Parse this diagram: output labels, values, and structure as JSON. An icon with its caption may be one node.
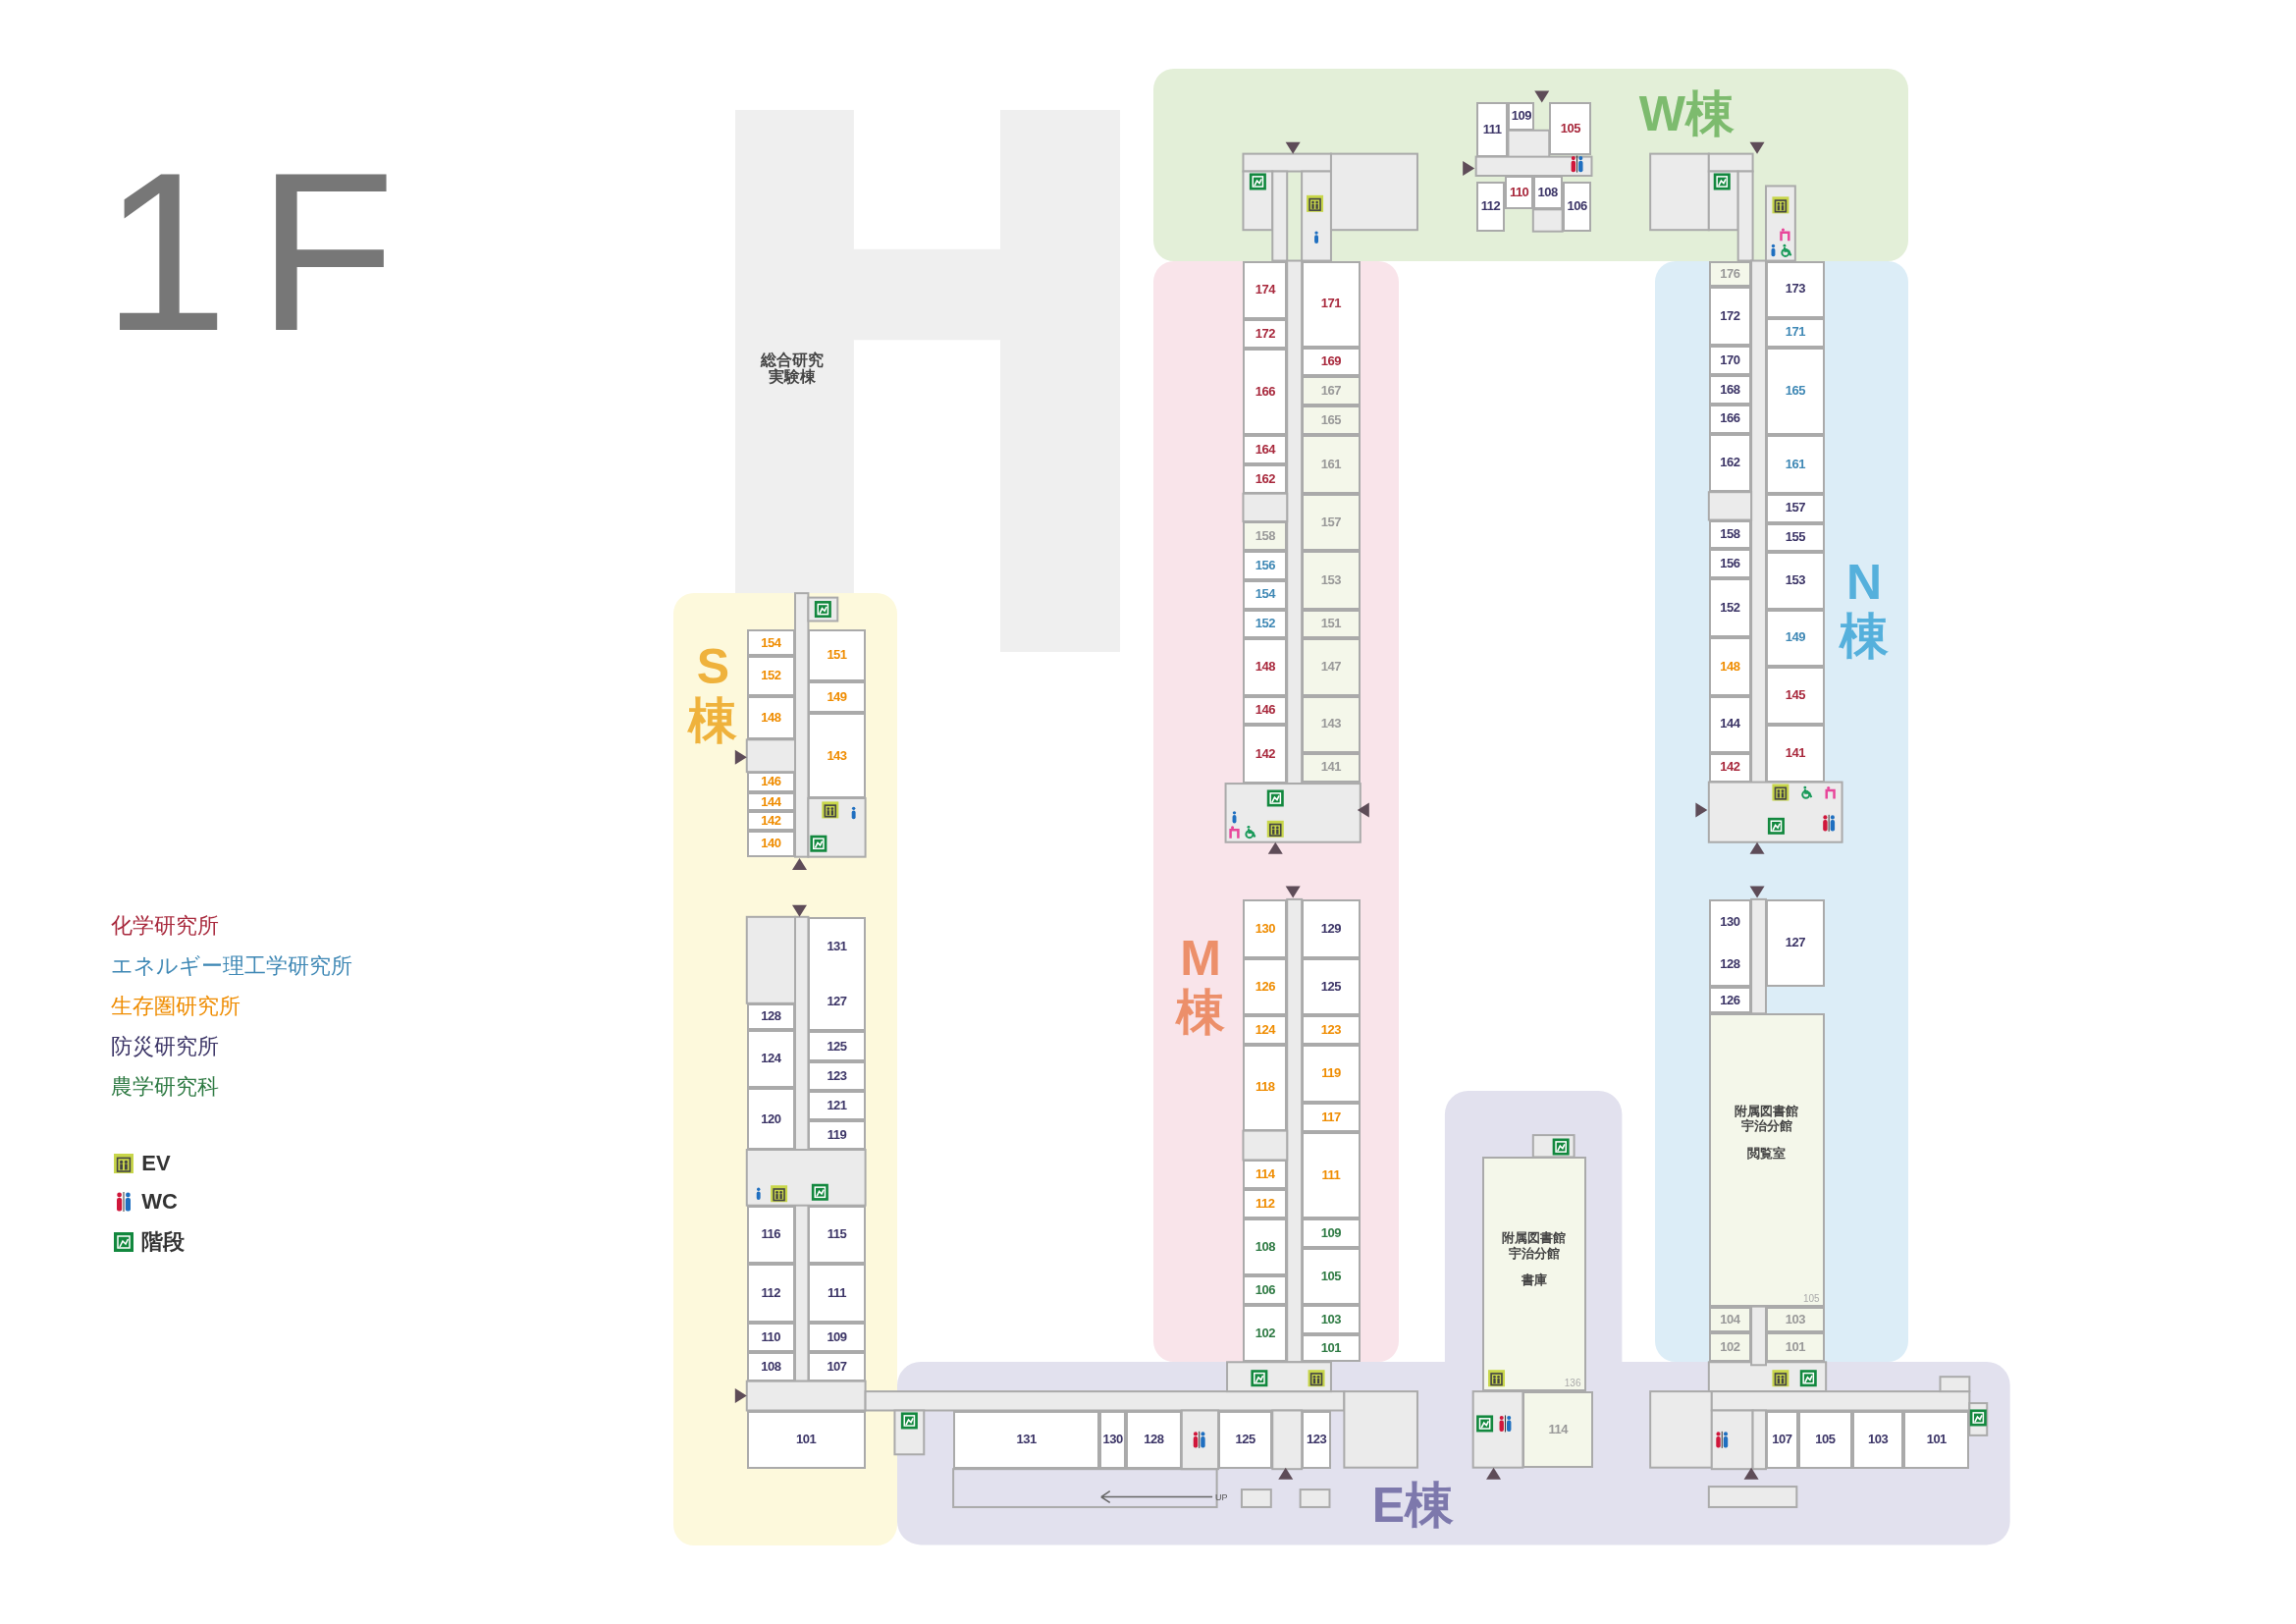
{
  "diagram": {
    "title": "1F",
    "nodes": [
      {
        "text": [
          "総合研究実験棟"
        ]
      },
      {
        "text": [
          "W棟"
        ]
      },
      {
        "text": [
          "M棟"
        ]
      },
      {
        "text": [
          "N棟"
        ]
      },
      {
        "text": [
          "S棟"
        ]
      },
      {
        "text": [
          "E棟"
        ]
      },
      {
        "text": [
          "111"
        ],
        "in": 1
      },
      {
        "text": [
          "109"
        ],
        "in": 1
      },
      {
        "text": [
          "105"
        ],
        "in": 1
      },
      {
        "text": [
          "112"
        ],
        "in": 1
      },
      {
        "text": [
          "110"
        ],
        "in": 1
      },
      {
        "text": [
          "108"
        ],
        "in": 1
      },
      {
        "text": [
          "106"
        ],
        "in": 1
      },
      {
        "text": [
          "174"
        ],
        "in": 2
      },
      {
        "text": [
          "172"
        ],
        "in": 2
      },
      {
        "text": [
          "166"
        ],
        "in": 2
      },
      {
        "text": [
          "164"
        ],
        "in": 2
      },
      {
        "text": [
          "162"
        ],
        "in": 2
      },
      {
        "text": [
          "158"
        ],
        "in": 2
      },
      {
        "text": [
          "156"
        ],
        "in": 2
      },
      {
        "text": [
          "154"
        ],
        "in": 2
      },
      {
        "text": [
          "152"
        ],
        "in": 2
      },
      {
        "text": [
          "148"
        ],
        "in": 2
      },
      {
        "text": [
          "146"
        ],
        "in": 2
      },
      {
        "text": [
          "142"
        ],
        "in": 2
      },
      {
        "text": [
          "171"
        ],
        "in": 2
      },
      {
        "text": [
          "169"
        ],
        "in": 2
      },
      {
        "text": [
          "167"
        ],
        "in": 2
      },
      {
        "text": [
          "165"
        ],
        "in": 2
      },
      {
        "text": [
          "161"
        ],
        "in": 2
      },
      {
        "text": [
          "157"
        ],
        "in": 2
      },
      {
        "text": [
          "153"
        ],
        "in": 2
      },
      {
        "text": [
          "151"
        ],
        "in": 2
      },
      {
        "text": [
          "147"
        ],
        "in": 2
      },
      {
        "text": [
          "143"
        ],
        "in": 2
      },
      {
        "text": [
          "141"
        ],
        "in": 2
      },
      {
        "text": [
          "130"
        ],
        "in": 2
      },
      {
        "text": [
          "126"
        ],
        "in": 2
      },
      {
        "text": [
          "124"
        ],
        "in": 2
      },
      {
        "text": [
          "118"
        ],
        "in": 2
      },
      {
        "text": [
          "114"
        ],
        "in": 2
      },
      {
        "text": [
          "112"
        ],
        "in": 2
      },
      {
        "text": [
          "108"
        ],
        "in": 2
      },
      {
        "text": [
          "106"
        ],
        "in": 2
      },
      {
        "text": [
          "102"
        ],
        "in": 2
      },
      {
        "text": [
          "129"
        ],
        "in": 2
      },
      {
        "text": [
          "125"
        ],
        "in": 2
      },
      {
        "text": [
          "123"
        ],
        "in": 2
      },
      {
        "text": [
          "119"
        ],
        "in": 2
      },
      {
        "text": [
          "117"
        ],
        "in": 2
      },
      {
        "text": [
          "111"
        ],
        "in": 2
      },
      {
        "text": [
          "109"
        ],
        "in": 2
      },
      {
        "text": [
          "105"
        ],
        "in": 2
      },
      {
        "text": [
          "103"
        ],
        "in": 2
      },
      {
        "text": [
          "101"
        ],
        "in": 2
      },
      {
        "text": [
          "176"
        ],
        "in": 3
      },
      {
        "text": [
          "172"
        ],
        "in": 3
      },
      {
        "text": [
          "170"
        ],
        "in": 3
      },
      {
        "text": [
          "168"
        ],
        "in": 3
      },
      {
        "text": [
          "166"
        ],
        "in": 3
      },
      {
        "text": [
          "162"
        ],
        "in": 3
      },
      {
        "text": [
          "158"
        ],
        "in": 3
      },
      {
        "text": [
          "156"
        ],
        "in": 3
      },
      {
        "text": [
          "152"
        ],
        "in": 3
      },
      {
        "text": [
          "148"
        ],
        "in": 3
      },
      {
        "text": [
          "144"
        ],
        "in": 3
      },
      {
        "text": [
          "142"
        ],
        "in": 3
      },
      {
        "text": [
          "173"
        ],
        "in": 3
      },
      {
        "text": [
          "171"
        ],
        "in": 3
      },
      {
        "text": [
          "165"
        ],
        "in": 3
      },
      {
        "text": [
          "161"
        ],
        "in": 3
      },
      {
        "text": [
          "157"
        ],
        "in": 3
      },
      {
        "text": [
          "155"
        ],
        "in": 3
      },
      {
        "text": [
          "153"
        ],
        "in": 3
      },
      {
        "text": [
          "149"
        ],
        "in": 3
      },
      {
        "text": [
          "145"
        ],
        "in": 3
      },
      {
        "text": [
          "141"
        ],
        "in": 3
      },
      {
        "text": [
          "130",
          "128"
        ],
        "in": 3
      },
      {
        "text": [
          "126"
        ],
        "in": 3
      },
      {
        "text": [
          "127"
        ],
        "in": 3
      },
      {
        "text": [
          "附属図書館宇治分館",
          "閲覧室",
          "105"
        ],
        "in": 3
      },
      {
        "text": [
          "104"
        ],
        "in": 3
      },
      {
        "text": [
          "103"
        ],
        "in": 3
      },
      {
        "text": [
          "102"
        ],
        "in": 3
      },
      {
        "text": [
          "101"
        ],
        "in": 3
      },
      {
        "text": [
          "154"
        ],
        "in": 4
      },
      {
        "text": [
          "152"
        ],
        "in": 4
      },
      {
        "text": [
          "148"
        ],
        "in": 4
      },
      {
        "text": [
          "146"
        ],
        "in": 4
      },
      {
        "text": [
          "144"
        ],
        "in": 4
      },
      {
        "text": [
          "142"
        ],
        "in": 4
      },
      {
        "text": [
          "140"
        ],
        "in": 4
      },
      {
        "text": [
          "151"
        ],
        "in": 4
      },
      {
        "text": [
          "149"
        ],
        "in": 4
      },
      {
        "text": [
          "143"
        ],
        "in": 4
      },
      {
        "text": [
          "128"
        ],
        "in": 4
      },
      {
        "text": [
          "124"
        ],
        "in": 4
      },
      {
        "text": [
          "120"
        ],
        "in": 4
      },
      {
        "text": [
          "131",
          "127"
        ],
        "in": 4
      },
      {
        "text": [
          "125"
        ],
        "in": 4
      },
      {
        "text": [
          "123"
        ],
        "in": 4
      },
      {
        "text": [
          "121"
        ],
        "in": 4
      },
      {
        "text": [
          "119"
        ],
        "in": 4
      },
      {
        "text": [
          "116"
        ],
        "in": 4
      },
      {
        "text": [
          "115"
        ],
        "in": 4
      },
      {
        "text": [
          "112"
        ],
        "in": 4
      },
      {
        "text": [
          "111"
        ],
        "in": 4
      },
      {
        "text": [
          "110"
        ],
        "in": 4
      },
      {
        "text": [
          "109"
        ],
        "in": 4
      },
      {
        "text": [
          "108"
        ],
        "in": 4
      },
      {
        "text": [
          "107"
        ],
        "in": 4
      },
      {
        "text": [
          "101"
        ],
        "in": 4
      },
      {
        "text": [
          "131"
        ],
        "in": 5
      },
      {
        "text": [
          "130"
        ],
        "in": 5
      },
      {
        "text": [
          "128"
        ],
        "in": 5
      },
      {
        "text": [
          "125"
        ],
        "in": 5
      },
      {
        "text": [
          "123"
        ],
        "in": 5
      },
      {
        "text": [
          "附属図書館宇治分館",
          "書庫",
          "136"
        ],
        "in": 5
      },
      {
        "text": [
          "114"
        ],
        "in": 5
      },
      {
        "text": [
          "107"
        ],
        "in": 5
      },
      {
        "text": [
          "105"
        ],
        "in": 5
      },
      {
        "text": [
          "103"
        ],
        "in": 5
      },
      {
        "text": [
          "101"
        ],
        "in": 5
      }
    ],
    "labels": [
      "UP"
    ],
    "legend": [
      {
        "text": "化学研究所",
        "color": "#a8283c"
      },
      {
        "text": "エネルギー理工学研究所",
        "color": "#3f88b5"
      },
      {
        "text": "生存圏研究所",
        "color": "#ef8c00"
      },
      {
        "text": "防災研究所",
        "color": "#3b3466"
      },
      {
        "text": "農学研究科",
        "color": "#2e7a43"
      },
      {
        "text": "EV"
      },
      {
        "text": "WC"
      },
      {
        "text": "階段"
      }
    ]
  }
}
